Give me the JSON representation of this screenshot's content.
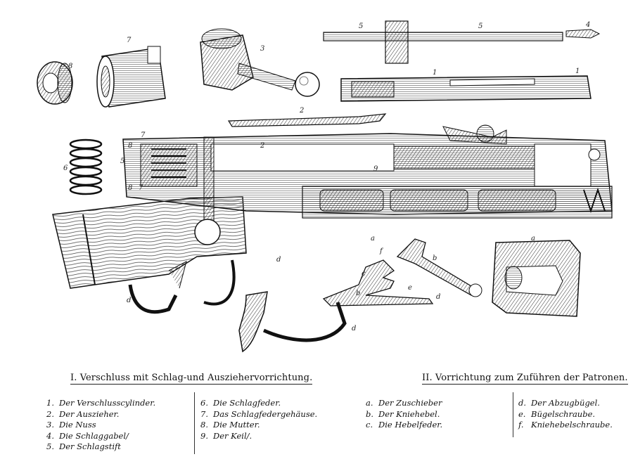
{
  "caption": {
    "section1_title": "I. Verschluss mit Schlag-und Ausziehervorrichtung.",
    "section2_title": "II. Vorrichtung zum Zuführen der Patronen."
  },
  "legend": {
    "col1": [
      {
        "num": "1.",
        "text": "Der Verschlusscylinder."
      },
      {
        "num": "2.",
        "text": "Der Auszieher."
      },
      {
        "num": "3.",
        "text": "Die Nuss"
      },
      {
        "num": "4.",
        "text": "Die Schlaggabel/"
      },
      {
        "num": "5.",
        "text": "Der Schlagstift"
      }
    ],
    "col2": [
      {
        "num": "6.",
        "text": "Die Schlagfeder."
      },
      {
        "num": "7.",
        "text": "Das Schlagfedergehäuse."
      },
      {
        "num": "8.",
        "text": "Die Mutter."
      },
      {
        "num": "9.",
        "text": "Der Keil/."
      }
    ],
    "col3": [
      {
        "num": "a.",
        "text": "Der Zuschieber"
      },
      {
        "num": "b.",
        "text": "Der Kniehebel."
      },
      {
        "num": "c.",
        "text": "Die Hebelfeder."
      }
    ],
    "col4": [
      {
        "num": "d.",
        "text": "Der Abzugbügel."
      },
      {
        "num": "e.",
        "text": "Bügelschraube."
      },
      {
        "num": "f.",
        "text": "Kniehebelschraube."
      }
    ]
  },
  "part_labels": {
    "n1": "1",
    "n2": "2",
    "n3": "3",
    "n4": "4",
    "n5": "5",
    "n6": "6",
    "n7": "7",
    "n8": "8",
    "n9": "9",
    "a": "a",
    "b": "b",
    "c": "c",
    "d": "d",
    "e": "e",
    "f": "f"
  }
}
